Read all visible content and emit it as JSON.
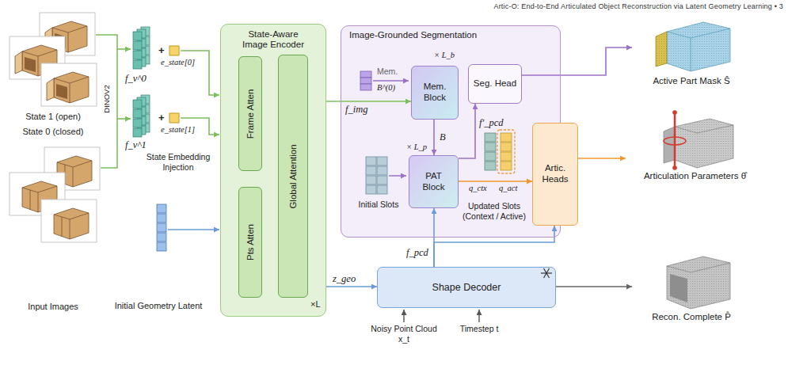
{
  "diagram": {
    "nodes": [
      {
        "text": [
          "State-Aware Image Encoder"
        ]
      },
      {
        "text": [
          "Frame Atten"
        ],
        "in": 0
      },
      {
        "text": [
          "Pts Atten"
        ],
        "in": 0
      },
      {
        "text": [
          "Global Attention"
        ],
        "in": 0
      },
      {
        "text": [
          "Image-Grounded Segmentation"
        ]
      },
      {
        "text": [
          "Mem. Block"
        ],
        "in": 4
      },
      {
        "text": [
          "Seg. Head"
        ],
        "in": 4
      },
      {
        "text": [
          "PAT Block"
        ],
        "in": 4
      },
      {
        "text": [
          "Artic. Heads"
        ]
      },
      {
        "text": [
          "Shape Decoder"
        ]
      },
      {
        "text": [
          "Active Part Mask Ŝ"
        ]
      },
      {
        "text": [
          "Articulation Parameters θ̂"
        ]
      },
      {
        "text": [
          "Recon. Complete P̂"
        ]
      }
    ],
    "edges": [
      {
        "from": 0,
        "to": 5,
        "label": "f_img",
        "arrow": "to"
      },
      {
        "from": 0,
        "to": 9,
        "label": "z_geo",
        "arrow": "to"
      },
      {
        "from": 5,
        "to": 7,
        "label": "B",
        "arrow": "to"
      },
      {
        "from": 7,
        "to": 6,
        "label": "f′_pcd",
        "arrow": "to"
      },
      {
        "from": 6,
        "to": 10,
        "arrow": "to"
      },
      {
        "from": 7,
        "to": 8,
        "arrow": "to"
      },
      {
        "from": 8,
        "to": 11,
        "arrow": "to"
      },
      {
        "from": 9,
        "to": 7,
        "label": "f_pcd",
        "arrow": "to"
      },
      {
        "from": 9,
        "to": 8,
        "arrow": "to"
      },
      {
        "from": 9,
        "to": 12,
        "arrow": "to"
      }
    ],
    "labels": [
      "Artic-O: End-to-End Articulated Object Reconstruction via Latent Geometry Learning • 3",
      "State 1 (open)",
      "State 0 (closed)",
      "Input Images",
      "DINOV2",
      "f_v^0",
      "+",
      "e_state[0]",
      "f_v^1",
      "+",
      "e_state[1]",
      "State Embedding Injection",
      "Initial Geometry Latent",
      "×L",
      "Mem.",
      "B^(0)",
      "× L_b",
      "Initial Slots",
      "× L_p",
      "q_ctx",
      "q_act",
      "Updated Slots (Context / Active)",
      "Noisy Point Cloud x_t",
      "Timestep t"
    ]
  }
}
